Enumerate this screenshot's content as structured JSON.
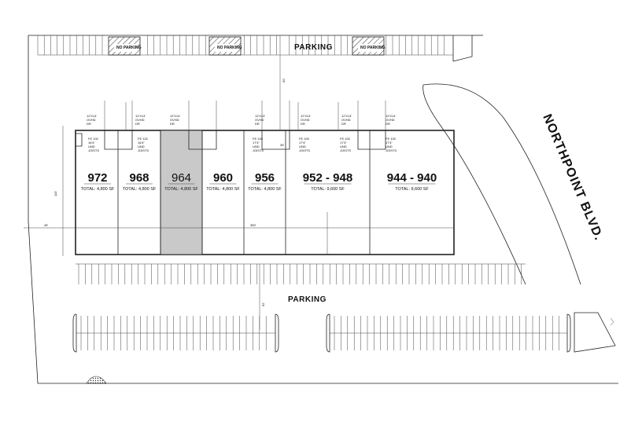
{
  "labels": {
    "parking_top": "PARKING",
    "parking_bottom": "PARKING",
    "street": "NORTHPOINT BLVD.",
    "no_parking": "NO PARKING"
  },
  "units": [
    {
      "number": "972",
      "total": "TOTAL:  4,800 SF",
      "highlighted": false
    },
    {
      "number": "968",
      "total": "TOTAL:  4,800 SF",
      "highlighted": false
    },
    {
      "number": "964",
      "total": "TOTAL:  4,800 SF",
      "highlighted": true
    },
    {
      "number": "960",
      "total": "TOTAL:  4,800 SF",
      "highlighted": false
    },
    {
      "number": "956",
      "total": "TOTAL:  4,800 SF",
      "highlighted": false
    },
    {
      "number": "952 - 948",
      "total": "TOTAL:  9,600 SF",
      "highlighted": false
    },
    {
      "number": "944 - 940",
      "total": "TOTAL:  9,600 SF",
      "highlighted": false
    }
  ],
  "doors": [
    {
      "line1": "12'X14'",
      "line2": "OVHD",
      "line3": "DR"
    },
    {
      "line1": "12'X14'",
      "line2": "OVHD",
      "line3": "DR"
    },
    {
      "line1": "12'X14'",
      "line2": "OVHD",
      "line3": "DR"
    },
    {
      "line1": "12'X14'",
      "line2": "OVHD",
      "line3": "DR"
    },
    {
      "line1": "12'X14'",
      "line2": "OVHD",
      "line3": "DR"
    },
    {
      "line1": "12'X14'",
      "line2": "OVHD",
      "line3": "DR"
    },
    {
      "line1": "12'X14'",
      "line2": "OVHD",
      "line3": "DR"
    }
  ],
  "joists": [
    {
      "line1": "FE 102",
      "line2": "16'4\"",
      "line3": "UND",
      "line4": "JOISTS"
    },
    {
      "line1": "FE 102",
      "line2": "16'4\"",
      "line3": "UND",
      "line4": "JOISTS"
    },
    {
      "line1": "FE 100",
      "line2": "17'4\"",
      "line3": "UND",
      "line4": "JOISTS"
    },
    {
      "line1": "FE 100",
      "line2": "17'4\"",
      "line3": "UND",
      "line4": "JOISTS"
    },
    {
      "line1": "FE 100",
      "line2": "17'4\"",
      "line3": "UND",
      "line4": "JOISTS"
    },
    {
      "line1": "FE 100",
      "line2": "17'4\"",
      "line3": "UND",
      "line4": "JOISTS"
    }
  ],
  "dimensions": {
    "left_offset": "45'",
    "building_width": "350'",
    "building_depth": "110'",
    "top_drive": "90'",
    "mid_drive": "35'",
    "bottom_drive": "62'"
  }
}
